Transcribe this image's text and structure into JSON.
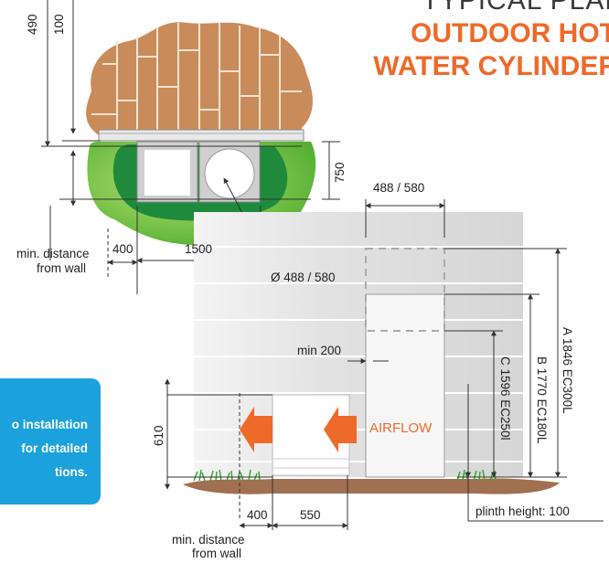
{
  "title": {
    "line1": "TYPICAL PLAN",
    "line2": "OUTDOOR HOT",
    "line3": "WATER CYLINDER"
  },
  "note": {
    "line1": "o installation",
    "line2": "for detailed",
    "line3": "tions."
  },
  "plan": {
    "dim_490": "490",
    "dim_100": "100",
    "dim_750": "750",
    "dim_400": "400",
    "dim_1500": "1500",
    "diameter": "Ø 488 / 580",
    "min_distance_line1": "min. distance",
    "min_distance_line2": "from wall"
  },
  "elevation": {
    "width_label": "488 / 580",
    "min_200": "min 200",
    "airflow": "AIRFLOW",
    "height_610": "610",
    "dim_400": "400",
    "dim_550": "550",
    "height_a": "A  1846 EC300L",
    "height_b": "B 1770 EC180L",
    "height_c": "C 1596 EC250l",
    "plinth": "plinth height: 100",
    "min_distance_line1": "min. distance",
    "min_distance_line2": "from wall"
  },
  "colors": {
    "accent": "#ee6a2a",
    "note_bg": "#1ba1dc",
    "deck": "#c98b5a",
    "grass": "#5cb83a",
    "grass_light": "#9ed65a",
    "wall": "#dcdcdc",
    "ground": "#a07050"
  }
}
